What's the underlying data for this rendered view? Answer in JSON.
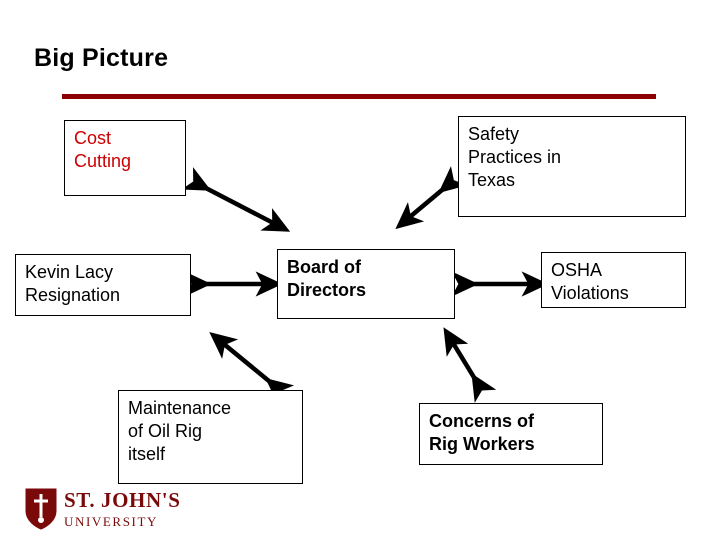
{
  "slide": {
    "title": "Big Picture",
    "accent_color": "#8b0000",
    "red_text_color": "#cc0000",
    "background": "#ffffff"
  },
  "nodes": [
    {
      "id": "cost-cutting",
      "label": "Cost\nCutting",
      "color": "#cc0000"
    },
    {
      "id": "safety-practices",
      "label": "Safety\nPractices in\nTexas",
      "color": "#000000"
    },
    {
      "id": "kevin-lacy",
      "label": "Kevin Lacy\nResignation",
      "color": "#000000"
    },
    {
      "id": "board-of-directors",
      "label": "Board of\nDirectors",
      "color": "#000000"
    },
    {
      "id": "osha-violations",
      "label": "OSHA\nViolations",
      "color": "#000000"
    },
    {
      "id": "maintenance",
      "label": "Maintenance\nof Oil Rig\nitself",
      "color": "#000000"
    },
    {
      "id": "concerns-workers",
      "label": "Concerns of\nRig Workers",
      "color": "#000000"
    }
  ],
  "connectors": [
    {
      "id": "cost-cutting-to-board",
      "from": "cost-cutting",
      "to": "board-of-directors",
      "style": "double-arrow"
    },
    {
      "id": "safety-to-board",
      "from": "safety-practices",
      "to": "board-of-directors",
      "style": "double-arrow"
    },
    {
      "id": "kevin-to-board",
      "from": "kevin-lacy",
      "to": "board-of-directors",
      "style": "double-arrow"
    },
    {
      "id": "board-to-osha",
      "from": "board-of-directors",
      "to": "osha-violations",
      "style": "double-arrow"
    },
    {
      "id": "board-to-maintenance",
      "from": "board-of-directors",
      "to": "maintenance",
      "style": "double-arrow"
    },
    {
      "id": "board-to-concerns",
      "from": "board-of-directors",
      "to": "concerns-workers",
      "style": "double-arrow"
    }
  ],
  "logo": {
    "name": "ST. JOHN'S",
    "subtitle": "UNIVERSITY",
    "color": "#7a0a0a"
  }
}
